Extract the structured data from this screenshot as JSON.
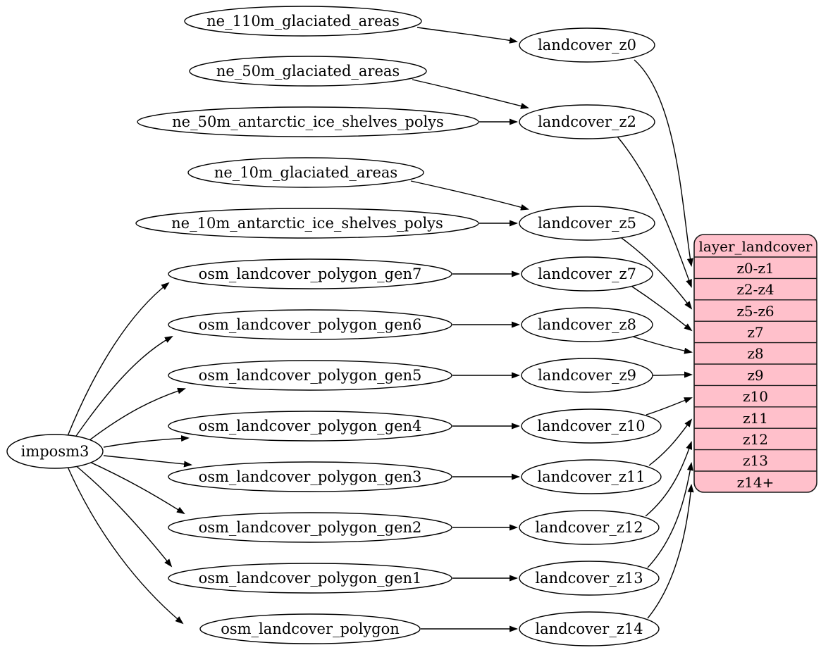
{
  "diagram": {
    "type": "flow-graph",
    "style": {
      "node_fill": "#ffffff",
      "edge_color": "#000000",
      "record_fill": "#ffc0cb"
    },
    "nodes": {
      "imposm3": {
        "label": "imposm3"
      },
      "ne_110m_glaciated_areas": {
        "label": "ne_110m_glaciated_areas"
      },
      "ne_50m_glaciated_areas": {
        "label": "ne_50m_glaciated_areas"
      },
      "ne_50m_antarctic_ice_shelves_polys": {
        "label": "ne_50m_antarctic_ice_shelves_polys"
      },
      "ne_10m_glaciated_areas": {
        "label": "ne_10m_glaciated_areas"
      },
      "ne_10m_antarctic_ice_shelves_polys": {
        "label": "ne_10m_antarctic_ice_shelves_polys"
      },
      "osm_landcover_polygon_gen7": {
        "label": "osm_landcover_polygon_gen7"
      },
      "osm_landcover_polygon_gen6": {
        "label": "osm_landcover_polygon_gen6"
      },
      "osm_landcover_polygon_gen5": {
        "label": "osm_landcover_polygon_gen5"
      },
      "osm_landcover_polygon_gen4": {
        "label": "osm_landcover_polygon_gen4"
      },
      "osm_landcover_polygon_gen3": {
        "label": "osm_landcover_polygon_gen3"
      },
      "osm_landcover_polygon_gen2": {
        "label": "osm_landcover_polygon_gen2"
      },
      "osm_landcover_polygon_gen1": {
        "label": "osm_landcover_polygon_gen1"
      },
      "osm_landcover_polygon": {
        "label": "osm_landcover_polygon"
      },
      "landcover_z0": {
        "label": "landcover_z0"
      },
      "landcover_z2": {
        "label": "landcover_z2"
      },
      "landcover_z5": {
        "label": "landcover_z5"
      },
      "landcover_z7": {
        "label": "landcover_z7"
      },
      "landcover_z8": {
        "label": "landcover_z8"
      },
      "landcover_z9": {
        "label": "landcover_z9"
      },
      "landcover_z10": {
        "label": "landcover_z10"
      },
      "landcover_z11": {
        "label": "landcover_z11"
      },
      "landcover_z12": {
        "label": "landcover_z12"
      },
      "landcover_z13": {
        "label": "landcover_z13"
      },
      "landcover_z14": {
        "label": "landcover_z14"
      }
    },
    "record": {
      "title": "layer_landcover",
      "rows": [
        "z0-z1",
        "z2-z4",
        "z5-z6",
        "z7",
        "z8",
        "z9",
        "z10",
        "z11",
        "z12",
        "z13",
        "z14+"
      ]
    },
    "edges": [
      {
        "from": "ne_110m_glaciated_areas",
        "to": "landcover_z0"
      },
      {
        "from": "ne_50m_glaciated_areas",
        "to": "landcover_z2"
      },
      {
        "from": "ne_50m_antarctic_ice_shelves_polys",
        "to": "landcover_z2"
      },
      {
        "from": "ne_10m_glaciated_areas",
        "to": "landcover_z5"
      },
      {
        "from": "ne_10m_antarctic_ice_shelves_polys",
        "to": "landcover_z5"
      },
      {
        "from": "imposm3",
        "to": "osm_landcover_polygon_gen7"
      },
      {
        "from": "imposm3",
        "to": "osm_landcover_polygon_gen6"
      },
      {
        "from": "imposm3",
        "to": "osm_landcover_polygon_gen5"
      },
      {
        "from": "imposm3",
        "to": "osm_landcover_polygon_gen4"
      },
      {
        "from": "imposm3",
        "to": "osm_landcover_polygon_gen3"
      },
      {
        "from": "imposm3",
        "to": "osm_landcover_polygon_gen2"
      },
      {
        "from": "imposm3",
        "to": "osm_landcover_polygon_gen1"
      },
      {
        "from": "imposm3",
        "to": "osm_landcover_polygon"
      },
      {
        "from": "osm_landcover_polygon_gen7",
        "to": "landcover_z7"
      },
      {
        "from": "osm_landcover_polygon_gen6",
        "to": "landcover_z8"
      },
      {
        "from": "osm_landcover_polygon_gen5",
        "to": "landcover_z9"
      },
      {
        "from": "osm_landcover_polygon_gen4",
        "to": "landcover_z10"
      },
      {
        "from": "osm_landcover_polygon_gen3",
        "to": "landcover_z11"
      },
      {
        "from": "osm_landcover_polygon_gen2",
        "to": "landcover_z12"
      },
      {
        "from": "osm_landcover_polygon_gen1",
        "to": "landcover_z13"
      },
      {
        "from": "osm_landcover_polygon",
        "to": "landcover_z14"
      },
      {
        "from": "landcover_z0",
        "to": "layer_landcover:z0-z1"
      },
      {
        "from": "landcover_z2",
        "to": "layer_landcover:z2-z4"
      },
      {
        "from": "landcover_z5",
        "to": "layer_landcover:z5-z6"
      },
      {
        "from": "landcover_z7",
        "to": "layer_landcover:z7"
      },
      {
        "from": "landcover_z8",
        "to": "layer_landcover:z8"
      },
      {
        "from": "landcover_z9",
        "to": "layer_landcover:z9"
      },
      {
        "from": "landcover_z10",
        "to": "layer_landcover:z10"
      },
      {
        "from": "landcover_z11",
        "to": "layer_landcover:z11"
      },
      {
        "from": "landcover_z12",
        "to": "layer_landcover:z12"
      },
      {
        "from": "landcover_z13",
        "to": "layer_landcover:z13"
      },
      {
        "from": "landcover_z14",
        "to": "layer_landcover:z14+"
      }
    ]
  }
}
